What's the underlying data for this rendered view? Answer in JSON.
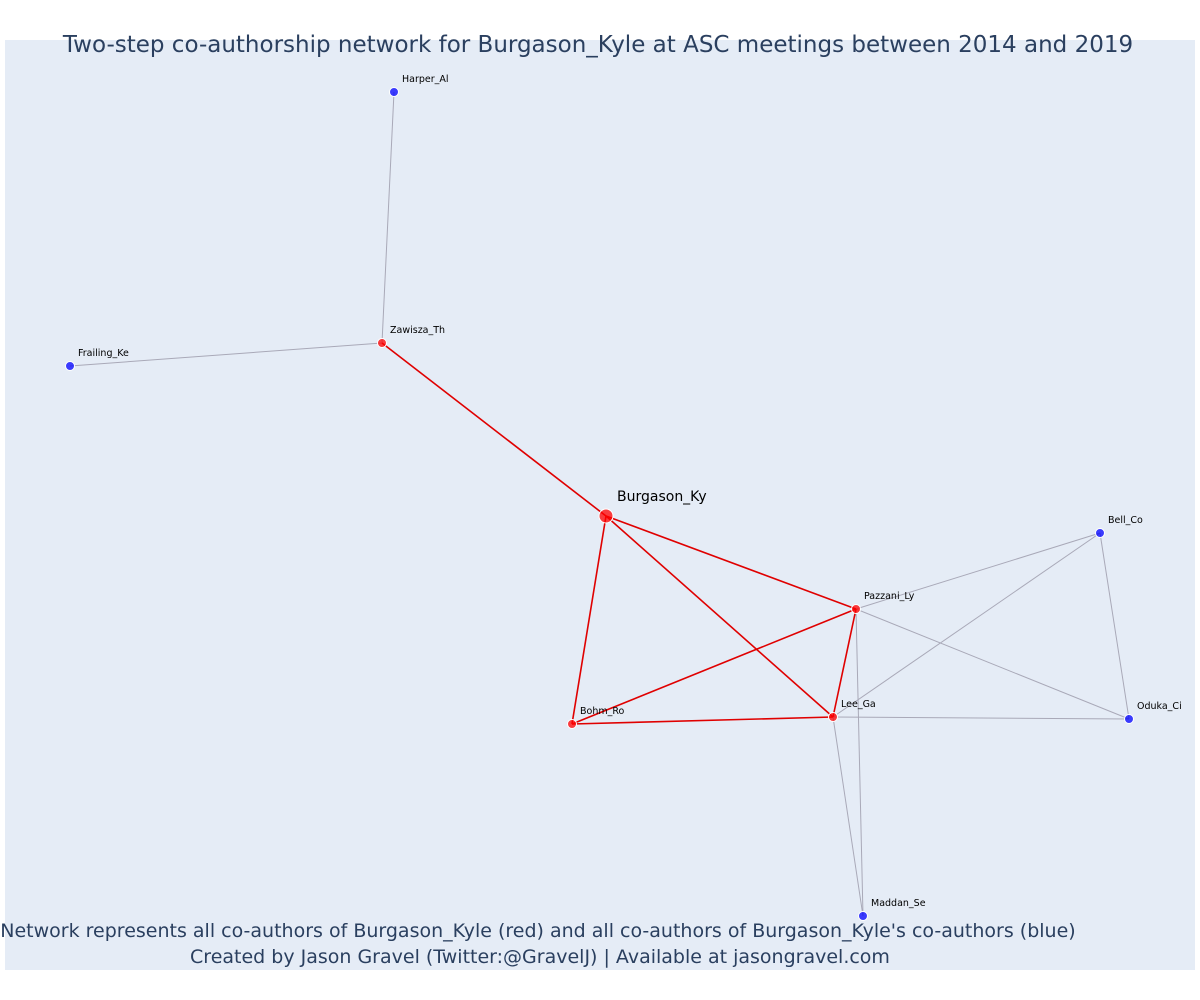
{
  "title": "Two-step co-authorship network for Burgason_Kyle at ASC meetings between 2014 and 2019",
  "caption": {
    "line1": "Network represents all co-authors of Burgason_Kyle (red) and all co-authors of Burgason_Kyle's co-authors (blue)",
    "line2": "Created by Jason Gravel (Twitter:@GravelJ) | Available at jasongravel.com"
  },
  "colors": {
    "background": "#e5ecf6",
    "first_degree": "#ff0000",
    "second_degree": "#0000ff",
    "edge_first": "#e00000",
    "edge_second": "#a9a9b8",
    "title": "#2a3f5f"
  },
  "nodes": [
    {
      "id": "Burgason_Ky",
      "group": "focal"
    },
    {
      "id": "Zawisza_Th",
      "group": "first"
    },
    {
      "id": "Pazzani_Ly",
      "group": "first"
    },
    {
      "id": "Lee_Ga",
      "group": "first"
    },
    {
      "id": "Bohm_Ro",
      "group": "first"
    },
    {
      "id": "Harper_Al",
      "group": "second"
    },
    {
      "id": "Frailing_Ke",
      "group": "second"
    },
    {
      "id": "Bell_Co",
      "group": "second"
    },
    {
      "id": "Oduka_Ci",
      "group": "second"
    },
    {
      "id": "Maddan_Se",
      "group": "second"
    }
  ],
  "edges": [
    {
      "source": "Burgason_Ky",
      "target": "Zawisza_Th",
      "type": "first"
    },
    {
      "source": "Burgason_Ky",
      "target": "Pazzani_Ly",
      "type": "first"
    },
    {
      "source": "Burgason_Ky",
      "target": "Lee_Ga",
      "type": "first"
    },
    {
      "source": "Burgason_Ky",
      "target": "Bohm_Ro",
      "type": "first"
    },
    {
      "source": "Pazzani_Ly",
      "target": "Bohm_Ro",
      "type": "first"
    },
    {
      "source": "Pazzani_Ly",
      "target": "Lee_Ga",
      "type": "first"
    },
    {
      "source": "Bohm_Ro",
      "target": "Lee_Ga",
      "type": "first"
    },
    {
      "source": "Zawisza_Th",
      "target": "Harper_Al",
      "type": "second"
    },
    {
      "source": "Zawisza_Th",
      "target": "Frailing_Ke",
      "type": "second"
    },
    {
      "source": "Pazzani_Ly",
      "target": "Bell_Co",
      "type": "second"
    },
    {
      "source": "Pazzani_Ly",
      "target": "Oduka_Ci",
      "type": "second"
    },
    {
      "source": "Pazzani_Ly",
      "target": "Maddan_Se",
      "type": "second"
    },
    {
      "source": "Lee_Ga",
      "target": "Bell_Co",
      "type": "second"
    },
    {
      "source": "Lee_Ga",
      "target": "Oduka_Ci",
      "type": "second"
    },
    {
      "source": "Lee_Ga",
      "target": "Maddan_Se",
      "type": "second"
    },
    {
      "source": "Bell_Co",
      "target": "Oduka_Ci",
      "type": "second"
    }
  ]
}
